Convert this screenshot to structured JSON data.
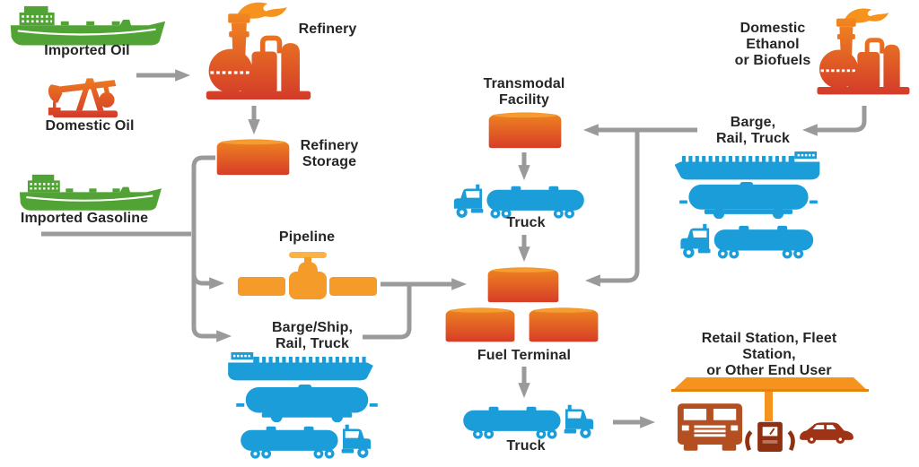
{
  "diagram": {
    "nodes": {
      "imported_oil": {
        "label": "Imported Oil"
      },
      "domestic_oil": {
        "label": "Domestic Oil"
      },
      "refinery": {
        "label": "Refinery"
      },
      "refinery_storage": {
        "label": "Refinery\nStorage"
      },
      "imported_gasoline": {
        "label": "Imported Gasoline"
      },
      "pipeline": {
        "label": "Pipeline"
      },
      "barge_ship_rail_truck": {
        "label": "Barge/Ship,\nRail, Truck"
      },
      "transmodal_facility": {
        "label": "Transmodal\nFacility"
      },
      "transmodal_truck": {
        "label": "Truck"
      },
      "fuel_terminal": {
        "label": "Fuel Terminal"
      },
      "terminal_truck": {
        "label": "Truck"
      },
      "retail_station": {
        "label": "Retail Station, Fleet Station,\nor Other End User"
      },
      "domestic_ethanol": {
        "label": "Domestic\nEthanol\nor Biofuels"
      },
      "barge_rail_truck": {
        "label": "Barge,\nRail, Truck"
      }
    },
    "flows": [
      "Imported Oil / Domestic Oil → Refinery",
      "Refinery → Refinery Storage",
      "Refinery Storage / Imported Gasoline → Pipeline",
      "Refinery Storage / Imported Gasoline → Barge/Ship, Rail, Truck",
      "Pipeline → Fuel Terminal",
      "Barge/Ship, Rail, Truck → Fuel Terminal",
      "Domestic Ethanol or Biofuels → Barge, Rail, Truck",
      "Barge, Rail, Truck → Transmodal Facility",
      "Barge, Rail, Truck → Fuel Terminal",
      "Transmodal Facility → Truck → Fuel Terminal",
      "Fuel Terminal → Truck → Retail Station, Fleet Station, or Other End User"
    ],
    "colors": {
      "orange": "#f6921e",
      "red": "#d2392a",
      "pipe_orange": "#f49b2a",
      "handle_yellow": "#fbb342",
      "green": "#52a335",
      "blue": "#1b9dd9",
      "rust": "#b34f21",
      "maroon": "#8f3010",
      "car_red": "#9e3315",
      "line_gray": "#9a9a9a",
      "text": "#262626"
    }
  }
}
